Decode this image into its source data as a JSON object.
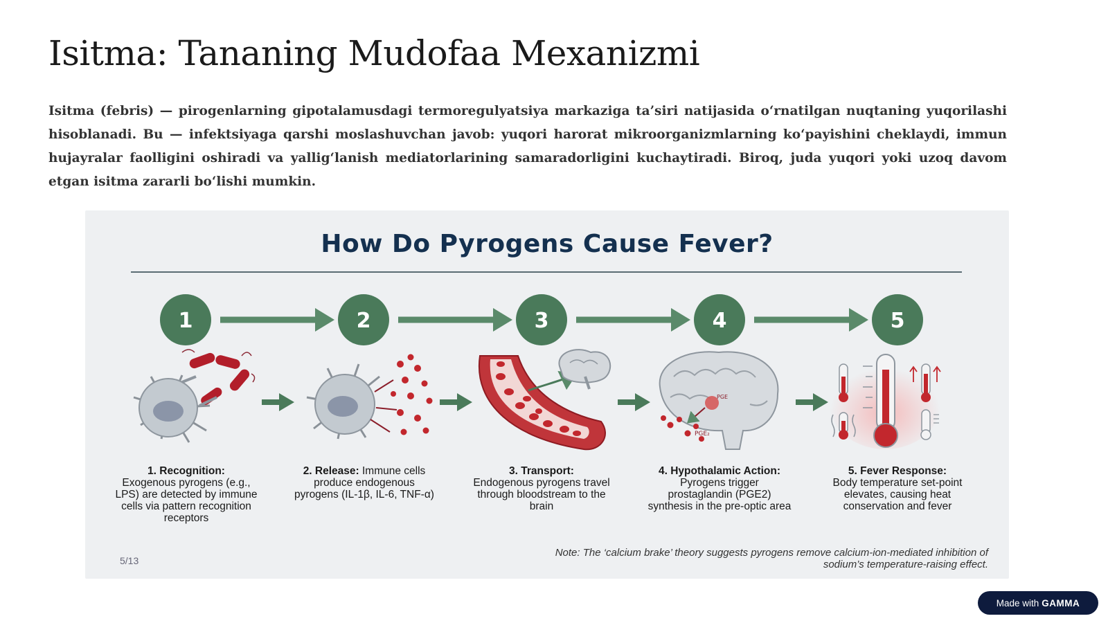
{
  "slide": {
    "title": "Isitma: Tananing Mudofaa Mexanizmi",
    "intro": "Isitma (febris) — pirogenlarning gipotalamusdagi termoregulyatsiya markaziga ta’siri natijasida o‘rnatilgan nuqtaning yuqorilashi hisoblanadi. Bu — infektsiyaga qarshi moslashuvchan javob: yuqori harorat mikroorganizmlarning ko‘payishini cheklaydi, immun hujayralar faolligini oshiradi va yallig‘lanish mediatorlarining samaradorligini kuchaytiradi. Biroq, juda yuqori yoki uzoq davom etgan isitma zararli bo‘lishi mumkin."
  },
  "figure": {
    "title": "How Do Pyrogens Cause Fever?",
    "steps": [
      {
        "number": "1",
        "heading": "1. Recognition:",
        "text": "Exogenous pyrogens (e.g., LPS) are detected by immune cells via pattern recognition receptors"
      },
      {
        "number": "2",
        "heading": "2. Release:",
        "text": "Immune cells produce endogenous pyrogens (IL-1β, IL-6, TNF-α)"
      },
      {
        "number": "3",
        "heading": "3. Transport:",
        "text": "Endogenous pyrogens travel through bloodstream to the brain"
      },
      {
        "number": "4",
        "heading": "4. Hypothalamic Action:",
        "text": "Pyrogens trigger prostaglandin (PGE2) synthesis in the pre-optic area"
      },
      {
        "number": "5",
        "heading": "5. Fever Response:",
        "text": "Body temperature set-point elevates, causing heat conservation and fever"
      }
    ],
    "pge_label_a": "PGE",
    "pge_label_b": "PGE₂",
    "page_number": "5/13",
    "note": "Note: The ‘calcium brake’ theory suggests pyrogens remove calcium-ion-mediated inhibition of sodium’s temperature-raising effect."
  },
  "badge": {
    "prefix": "Made with",
    "brand": "GAMMA"
  },
  "colors": {
    "step_circle": "#4a7a5a",
    "arrow": "#5a8a6a",
    "figure_title": "#14304f",
    "vessel": "#c0353a",
    "blood_cell": "#c2272d",
    "cell_gray": "#b9c0c6",
    "badge_bg": "#0e1b3d"
  }
}
